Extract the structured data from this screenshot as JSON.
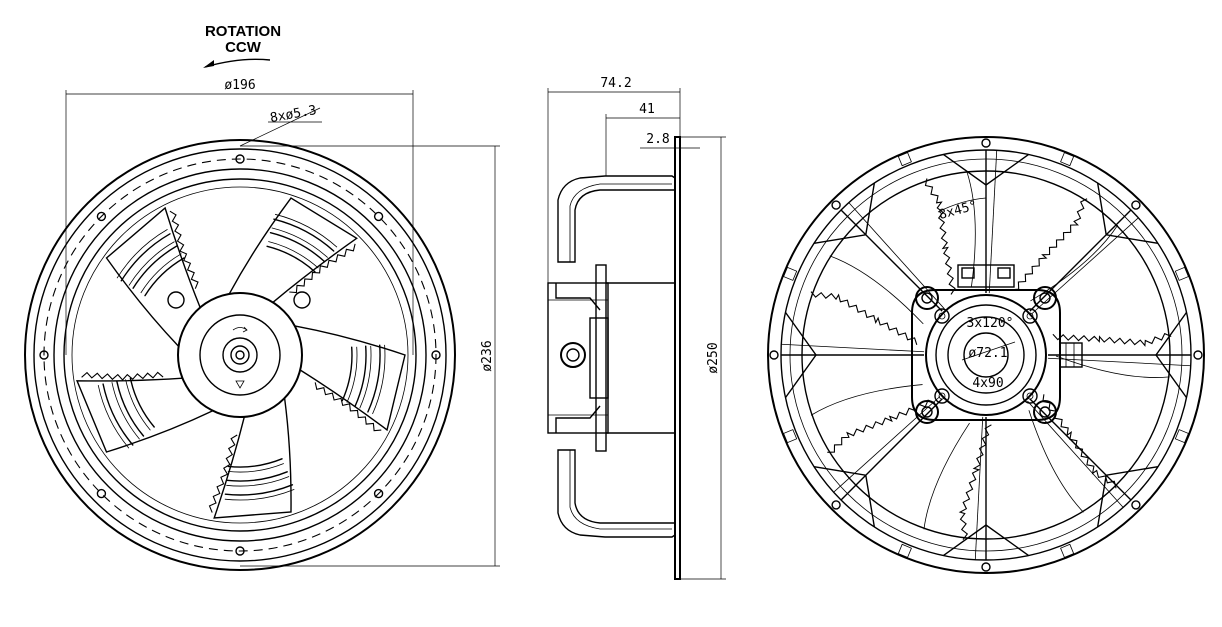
{
  "rotation": {
    "line1": "ROTATION",
    "line2": "CCW"
  },
  "front_view": {
    "dim_d196": "ø196",
    "dim_holes": "8xø5.3",
    "dim_d236": "ø236"
  },
  "side_view": {
    "dim_depth": "74.2",
    "dim_41": "41",
    "dim_thickness": "2.8",
    "dim_d250": "ø250"
  },
  "rear_view": {
    "dim_angle": "8x45°",
    "dim_bolt_pattern": "3x120°",
    "dim_hub": "ø72.1",
    "dim_mount": "4x90"
  }
}
